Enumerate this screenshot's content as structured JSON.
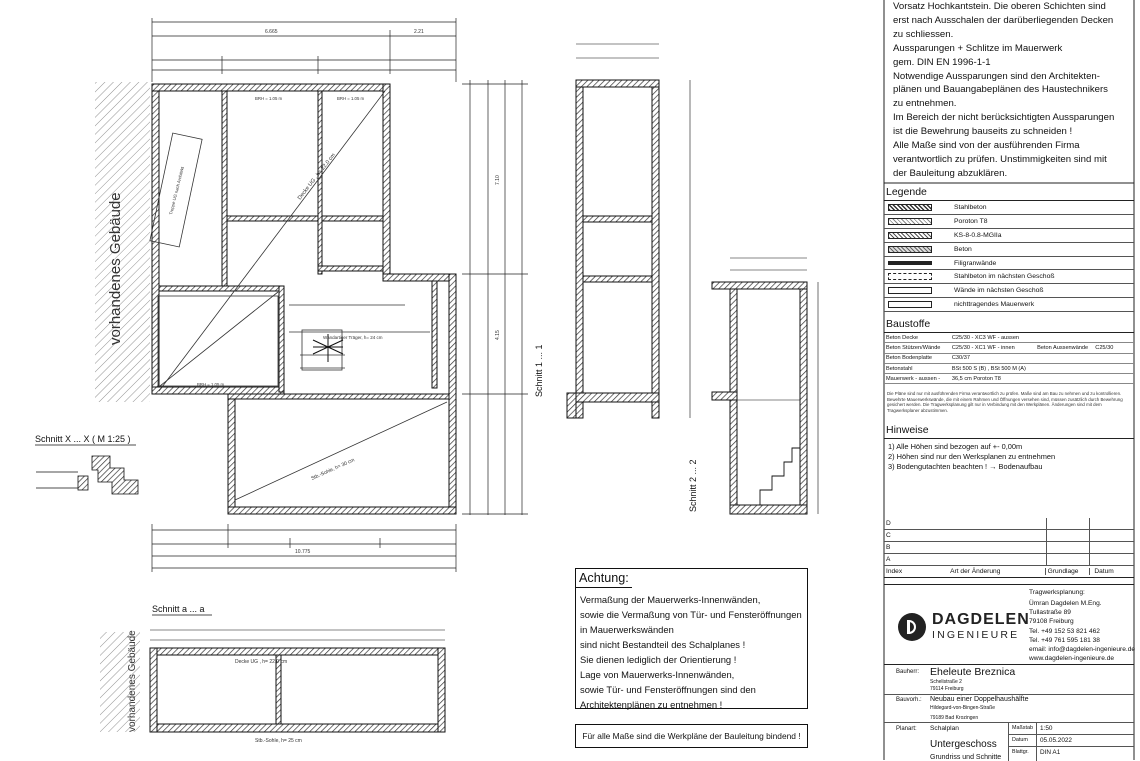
{
  "notes": {
    "lines": [
      "Vorsatz Hochkantstein. Die oberen Schichten sind",
      "erst nach Ausschalen der darüberliegenden Decken",
      "zu schliessen.",
      "Aussparungen + Schlitze im Mauerwerk",
      "gem. DIN EN 1996-1-1",
      "Notwendige Aussparungen sind den Architekten-",
      "plänen und Bauangabeplänen des Haustechnikers",
      "zu entnehmen.",
      "Im Bereich der nicht berücksichtigten Aussparungen",
      "ist die Bewehrung bauseits zu schneiden !",
      "Alle Maße sind von der ausführenden Firma",
      "verantwortlich zu prüfen. Unstimmigkeiten sind mit",
      "der Bauleitung abzuklären."
    ]
  },
  "legend": {
    "title": "Legende",
    "items": [
      {
        "label": "Stahlbeton",
        "style": "hatch-dense"
      },
      {
        "label": "Poroton T8",
        "style": "hatch-light"
      },
      {
        "label": "KS-8-0.8-MGIIa",
        "style": "hatch-cross"
      },
      {
        "label": "Beton",
        "style": "hatch-mid"
      },
      {
        "label": "Filigranwände",
        "style": "solid"
      },
      {
        "label": "Stahlbeton im nächsten Geschoß",
        "style": "dashed"
      },
      {
        "label": "Wände im nächsten Geschoß",
        "style": "outline"
      },
      {
        "label": "nichttragendes Mauerwerk",
        "style": "outline"
      }
    ]
  },
  "baustoffe": {
    "title": "Baustoffe",
    "rows": [
      [
        "Beton Decke",
        "C25/30 - XC3 WF - aussen",
        "",
        ""
      ],
      [
        "Beton Stützen/Wände",
        "C25/30 - XC1 WF - innen",
        "Beton Aussenwände",
        "C25/30"
      ],
      [
        "Beton Bodenplatte",
        "C30/37",
        "",
        ""
      ],
      [
        "Betonstahl",
        "BSt 500 S (B) , BSt 500 M (A)",
        "",
        ""
      ],
      [
        "Mauerwerk - aussen -",
        "36,5 cm Poroton T8",
        "",
        ""
      ]
    ]
  },
  "fine_print": "Die Pläne sind nur mit ausführenden Firma verantwortlich zu prüfen. Maße sind am Bau zu nehmen und zu kontrollieren. Bewehrte Mauerwerkswände, die mit einem Rahmen und Öffnungen versehen sind, müssen zusätzlich durch Bewehrung gesichert werden. Die Tragwerksplanung gilt nur in Verbindung mit den Werkplänen. Änderungen sind mit dem Tragwerksplaner abzustimmen.",
  "hinweise": {
    "title": "Hinweise",
    "items": [
      "1) Alle Höhen sind bezogen auf +- 0,00m",
      "2) Höhen sind nur den Werksplanen zu entnehmen",
      "3) Bodengutachten beachten ! → Bodenaufbau"
    ]
  },
  "revisions": {
    "rows": [
      "D",
      "C",
      "B",
      "A"
    ],
    "header": [
      "Index",
      "Art der Änderung",
      "Grundlage",
      "Datum"
    ]
  },
  "title_block": {
    "planer_heading": "Tragwerksplanung:",
    "planer_lines": [
      "Ümran Dagdelen M.Eng.",
      "Tullastraße 89",
      "79108 Freiburg",
      "Tel.  +49 152 53 821 462",
      "Tel.  +49 761 595 181 38",
      "email: info@dagdelen-ingenieure.de",
      "www.dagdelen-ingenieure.de"
    ],
    "logo_name": "DAGDELEN",
    "logo_sub": "INGENIEURE",
    "bauherr_label": "Bauherr:",
    "bauherr_name": "Eheleute Breznica",
    "bauherr_addr1": "Schelistraße 2",
    "bauherr_addr2": "79114 Freiburg",
    "bauvorh_label": "Bauvorh.:",
    "bauvorh_line1": "Neubau einer Doppelhaushälfte",
    "bauvorh_line2": "Hildegard-von-Bingen-Straße",
    "bauvorh_line3": "79189 Bad Krozingen",
    "planart_label": "Planart:",
    "planart_value": "Schalplan",
    "massstab_label": "Maßstab",
    "massstab_value": "1:50",
    "datum_label": "Datum",
    "datum_value": "05.05.2022",
    "blatt_label": "Blattgr.",
    "blatt_value": "DIN A1",
    "plan_title": "Untergeschoss",
    "plan_sub": "Grundriss und Schnitte"
  },
  "achtung": {
    "heading": "Achtung:",
    "lines": [
      "Vermaßung der Mauerwerks-Innenwänden,",
      "sowie die Vermaßung von Tür- und Fensteröffnungen",
      "in Mauerwerkswänden",
      "sind nicht Bestandteil des Schalplanes !",
      "Sie dienen lediglich der Orientierung !",
      "Lage von Mauerwerks-Innenwänden,",
      "sowie Tür- und Fensteröffnungen sind den",
      "Architektenplänen zu entnehmen !"
    ]
  },
  "binding_note": "Für alle Maße sind die Werkpläne der Bauleitung bindend !",
  "drawing_labels": {
    "existing_building": "vorhandenes Gebäude",
    "section_x": "Schnitt X ... X  ( M 1:25 )",
    "section_a": "Schnitt a ... a",
    "section_1": "Schnitt 1 ... 1",
    "section_2": "Schnitt 2 ... 2",
    "total_width": "10.775",
    "dim_left": "6.665",
    "dim_right": "2.21",
    "dim_h1": "7.10",
    "dim_h2": "4.15",
    "slab_label": "Decke UG , h= 22,0 cm",
    "slab_label_a": "Decke UG , h= 22,0 cm",
    "sohle_label": "Stb.-Sohle, h= 30 cm",
    "sohle_label_a": "Stb.-Sohle, h= 25 cm",
    "beam_label": "Wandartiger Träger, h= 24 cm",
    "stair_label": "Treppe UG nach Architekt",
    "bbh_1": "BRH = 1.05 m",
    "bbh_2": "BRH = 1.05 m",
    "bbh_3": "BRH = 1.05 m"
  }
}
